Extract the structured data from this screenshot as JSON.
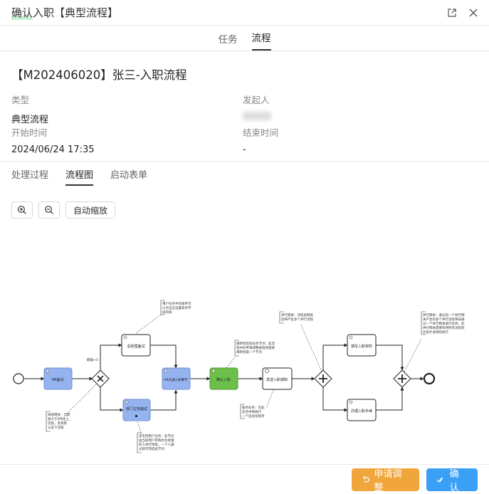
{
  "window": {
    "title": "确认入职【典型流程】"
  },
  "top_tabs": [
    {
      "label": "任务"
    },
    {
      "label": "流程",
      "active": true
    }
  ],
  "process": {
    "heading": "【M202406020】张三-入职流程",
    "type_label": "类型",
    "type_value": "典型流程",
    "initiator_label": "发起人",
    "start_label": "开始时间",
    "start_value": "2024/06/24 17:35",
    "end_label": "结束时间",
    "end_value": "-"
  },
  "sub_tabs": [
    {
      "label": "处理过程"
    },
    {
      "label": "流程图",
      "active": true
    },
    {
      "label": "启动表单"
    }
  ],
  "zoom": {
    "auto_label": "自动缩放"
  },
  "diagram": {
    "tasks": {
      "hr_interview": "HR面试",
      "gm_interview": "总经理面试",
      "dept_interview": "部门主管面试",
      "hr_comm": "HR沟通入职细节",
      "confirm": "确认入职",
      "send_notice": "发送入职通知",
      "fill_info": "填写入职资料",
      "do_proc": "办理入职手续"
    },
    "edge_label": "职级>3",
    "notes": {
      "user_task": [
        "用户任务中的组件可",
        "以点击应设置表单字",
        "段的值"
      ],
      "excl_gw": [
        "排他网关：当职",
        "级大于3时往上",
        "流程，其余默",
        "认往下流程"
      ],
      "multi": [
        "多实例用户任务：此节点",
        "由当前用户和角色为经理",
        "的人并行审批，一个人通",
        "过即可完成此节点"
      ],
      "jump": [
        "跳转到其他任务节点：此流",
        "程中的申请调整按钮将直接",
        "跳转到第一个节点"
      ],
      "service": [
        "服务任务：在此",
        "任务中将执行",
        "一个自动化程序"
      ],
      "par_gw1": [
        "并行网关：流经此网关",
        "后将产生多个并行流程"
      ],
      "par_gw2": [
        "并行网关：通过前一个并行网",
        "关产生的多个并行流程将再通",
        "过一个并行网关进行合并，此",
        "并行网关需要等待所有流程到",
        "达后才会继续执行"
      ]
    }
  },
  "footer": {
    "adjust_label": "申请调整",
    "confirm_label": "确认"
  },
  "colors": {
    "orange": "#f0a63a",
    "blue": "#3aa0f5",
    "task_blue": "#94b3ef",
    "task_green": "#6cc04a"
  }
}
